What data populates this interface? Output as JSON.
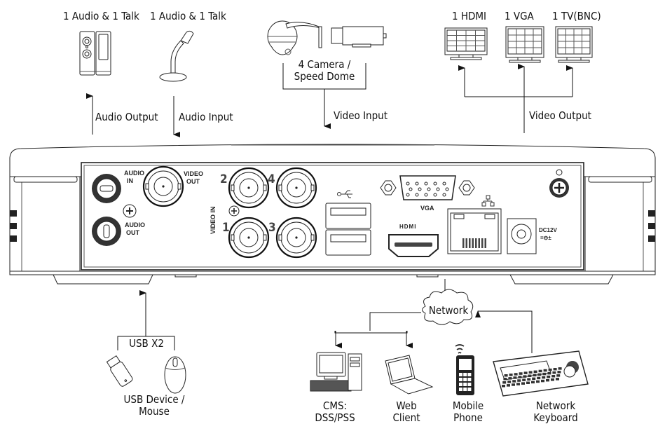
{
  "top_labels": {
    "speaker": "1 Audio  & 1 Talk",
    "microphone": "1 Audio & 1 Talk",
    "camera": [
      "4  Camera /",
      "Speed Dome"
    ],
    "hdmi": "1 HDMI",
    "vga": "1 VGA",
    "tv": "1 TV(BNC)"
  },
  "flow_labels": {
    "audio_output": "Audio  Output",
    "audio_input": "Audio  Input",
    "video_input": "Video Input",
    "video_output": "Video Output"
  },
  "panel_ports": {
    "audio_in": [
      "AUDIO",
      "IN"
    ],
    "audio_out": [
      "AUDIO",
      "OUT"
    ],
    "video_out": [
      "VIDEO",
      "OUT"
    ],
    "video_in": "VIDEO IN",
    "channels": [
      "1",
      "2",
      "3",
      "4"
    ],
    "vga": "VGA",
    "hdmi": "HDMI",
    "dc": [
      "DC12V",
      "=⊖±"
    ]
  },
  "bottom_labels": {
    "usb_group": "USB X2",
    "usb_device": [
      "USB Device /",
      "Mouse"
    ],
    "network": "Network",
    "cms": [
      "CMS:",
      "DSS/PSS"
    ],
    "web": [
      "Web",
      "Client"
    ],
    "mobile": [
      "Mobile",
      "Phone"
    ],
    "keyboard": [
      "Network",
      "Keyboard"
    ]
  }
}
